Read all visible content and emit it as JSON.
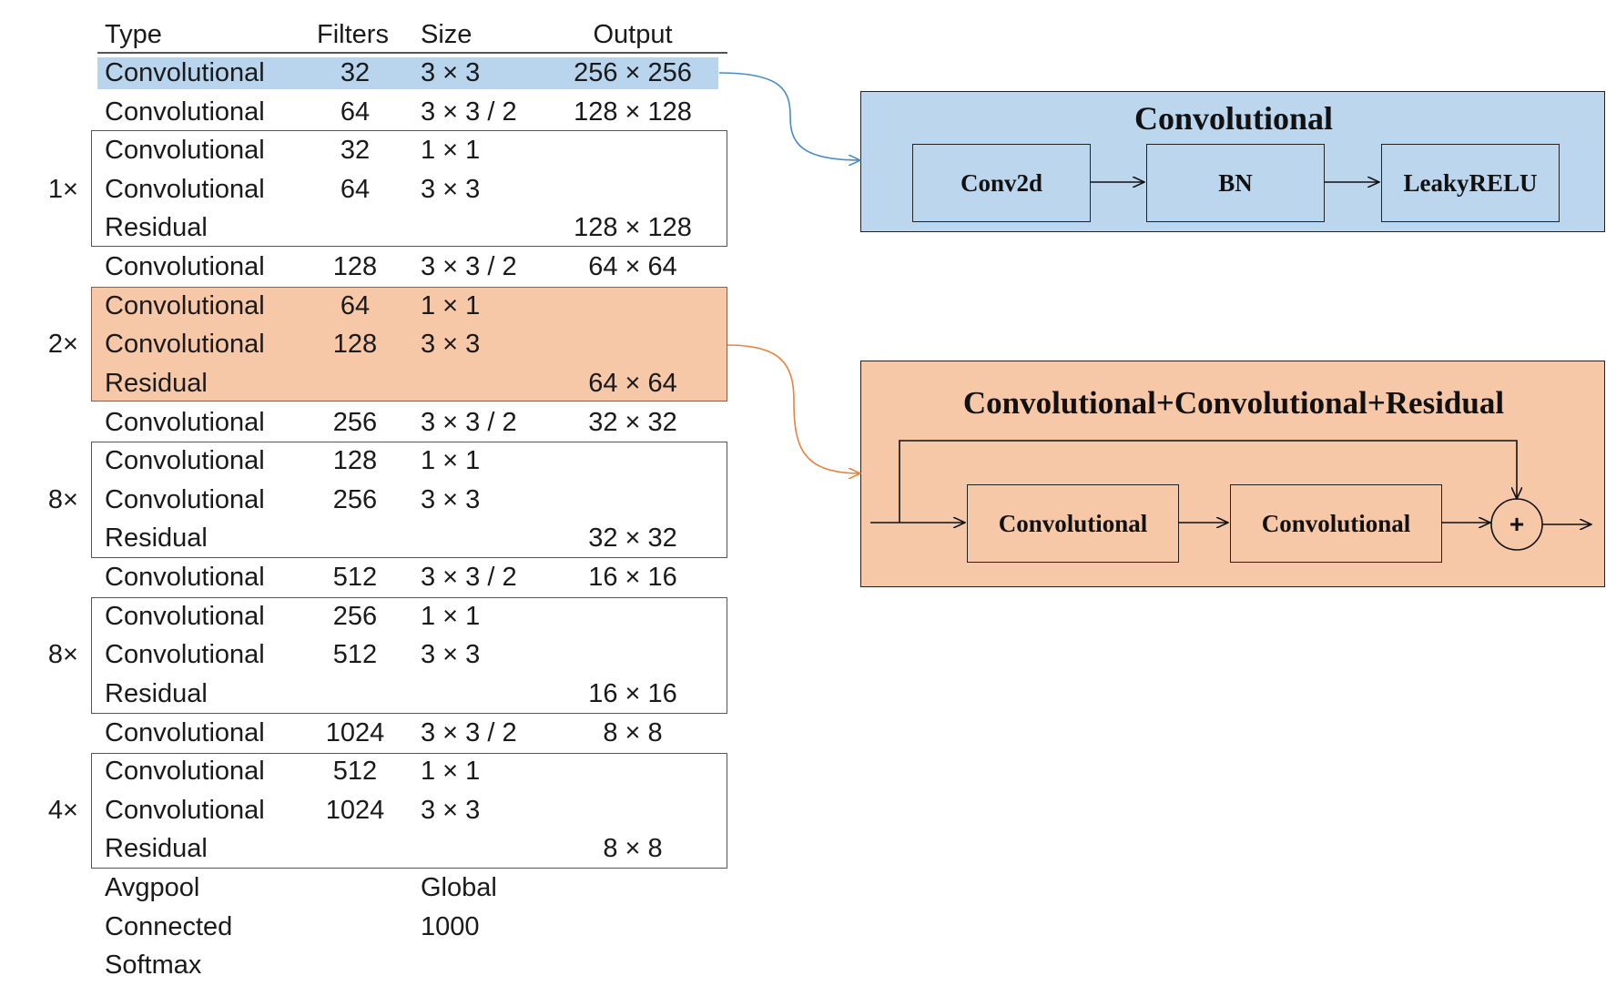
{
  "table": {
    "headers": {
      "type": "Type",
      "filters": "Filters",
      "size": "Size",
      "output": "Output"
    },
    "rows": [
      {
        "type": "Convolutional",
        "filters": "32",
        "size": "3 × 3",
        "output": "256 × 256",
        "mult": ""
      },
      {
        "type": "Convolutional",
        "filters": "64",
        "size": "3 × 3 / 2",
        "output": "128 × 128",
        "mult": ""
      },
      {
        "type": "Convolutional",
        "filters": "32",
        "size": "1 × 1",
        "output": "",
        "mult": ""
      },
      {
        "type": "Convolutional",
        "filters": "64",
        "size": "3 × 3",
        "output": "",
        "mult": "1×"
      },
      {
        "type": "Residual",
        "filters": "",
        "size": "",
        "output": "128 × 128",
        "mult": ""
      },
      {
        "type": "Convolutional",
        "filters": "128",
        "size": "3 × 3 / 2",
        "output": "64 × 64",
        "mult": ""
      },
      {
        "type": "Convolutional",
        "filters": "64",
        "size": "1 × 1",
        "output": "",
        "mult": ""
      },
      {
        "type": "Convolutional",
        "filters": "128",
        "size": "3 × 3",
        "output": "",
        "mult": "2×"
      },
      {
        "type": "Residual",
        "filters": "",
        "size": "",
        "output": "64 × 64",
        "mult": ""
      },
      {
        "type": "Convolutional",
        "filters": "256",
        "size": "3 × 3 / 2",
        "output": "32 × 32",
        "mult": ""
      },
      {
        "type": "Convolutional",
        "filters": "128",
        "size": "1 × 1",
        "output": "",
        "mult": ""
      },
      {
        "type": "Convolutional",
        "filters": "256",
        "size": "3 × 3",
        "output": "",
        "mult": "8×"
      },
      {
        "type": "Residual",
        "filters": "",
        "size": "",
        "output": "32 × 32",
        "mult": ""
      },
      {
        "type": "Convolutional",
        "filters": "512",
        "size": "3 × 3 / 2",
        "output": "16 × 16",
        "mult": ""
      },
      {
        "type": "Convolutional",
        "filters": "256",
        "size": "1 × 1",
        "output": "",
        "mult": ""
      },
      {
        "type": "Convolutional",
        "filters": "512",
        "size": "3 × 3",
        "output": "",
        "mult": "8×"
      },
      {
        "type": "Residual",
        "filters": "",
        "size": "",
        "output": "16 × 16",
        "mult": ""
      },
      {
        "type": "Convolutional",
        "filters": "1024",
        "size": "3 × 3 / 2",
        "output": "8 × 8",
        "mult": ""
      },
      {
        "type": "Convolutional",
        "filters": "512",
        "size": "1 × 1",
        "output": "",
        "mult": ""
      },
      {
        "type": "Convolutional",
        "filters": "1024",
        "size": "3 × 3",
        "output": "",
        "mult": "4×"
      },
      {
        "type": "Residual",
        "filters": "",
        "size": "",
        "output": "8 × 8",
        "mult": ""
      },
      {
        "type": "Avgpool",
        "filters": "",
        "size": "Global",
        "output": "",
        "mult": ""
      },
      {
        "type": "Connected",
        "filters": "",
        "size": "1000",
        "output": "",
        "mult": ""
      },
      {
        "type": "Softmax",
        "filters": "",
        "size": "",
        "output": "",
        "mult": ""
      }
    ]
  },
  "conv_block": {
    "title": "Convolutional",
    "steps": [
      "Conv2d",
      "BN",
      "LeakyRELU"
    ]
  },
  "residual_block": {
    "title": "Convolutional+Convolutional+Residual",
    "steps": [
      "Convolutional",
      "Convolutional"
    ],
    "sum_symbol": "+"
  },
  "colors": {
    "blue_highlight": "#b9d5ee",
    "orange_highlight": "#f7c8a8",
    "blue_connector": "#4a8ac4",
    "orange_connector": "#e8823c"
  }
}
